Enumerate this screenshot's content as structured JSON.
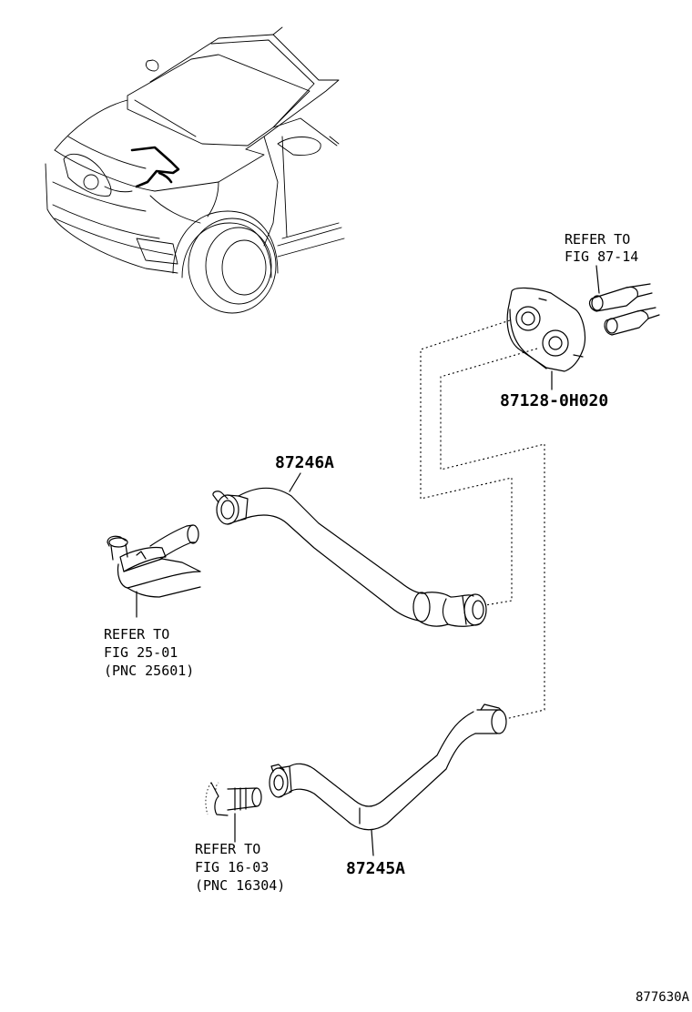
{
  "labels": {
    "refer_fig_87_14": [
      "REFER TO",
      "FIG 87-14"
    ],
    "part_87128": "87128-0H020",
    "part_87246A": "87246A",
    "refer_fig_25_01": [
      "REFER TO",
      "FIG 25-01",
      "(PNC 25601)"
    ],
    "refer_fig_16_03": [
      "REFER TO",
      "FIG 16-03",
      "(PNC 16304)"
    ],
    "part_87245A": "87245A",
    "figure_id": "877630A"
  }
}
